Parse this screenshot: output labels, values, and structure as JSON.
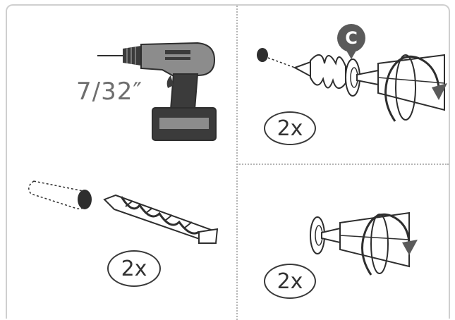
{
  "drill_step": {
    "drill_size_label": "7/32″",
    "icons": [
      "cordless-drill-icon"
    ]
  },
  "anchor_step": {
    "callout_letter": "C",
    "count_label": "2x",
    "icons": [
      "wall-hole-icon",
      "drywall-anchor-icon",
      "screwdriver-icon",
      "clockwise-rotation-icon"
    ]
  },
  "drill_bit_step": {
    "count_label": "2x",
    "icons": [
      "drill-bit-icon",
      "drilled-hole-icon"
    ]
  },
  "screw_step": {
    "count_label": "2x",
    "icons": [
      "anchor-head-icon",
      "screwdriver-icon",
      "clockwise-rotation-icon"
    ]
  },
  "colors": {
    "line": "#2e2e2e",
    "drill_body": "#8c8c8c",
    "drill_dark": "#3b3b3b",
    "divider": "#b5b5b5"
  }
}
